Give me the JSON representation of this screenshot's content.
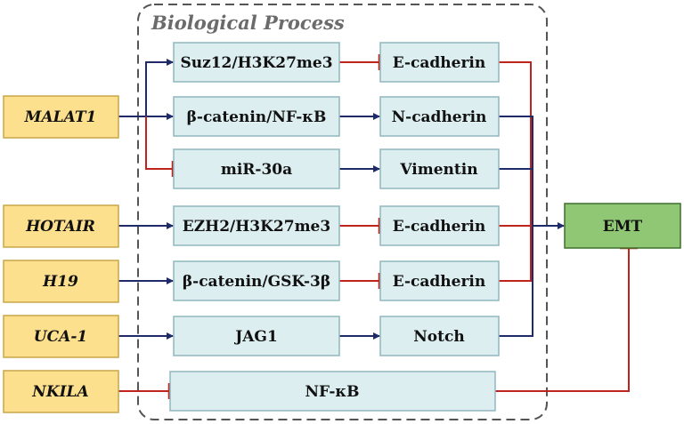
{
  "process_title": "Biological Process",
  "lncrnas": [
    "MALAT1",
    "HOTAIR",
    "H19",
    "UCA-1",
    "NKILA"
  ],
  "mediators": [
    "Suz12/H3K27me3",
    "β-catenin/NF-κB",
    "miR-30a",
    "EZH2/H3K27me3",
    "β-catenin/GSK-3β",
    "JAG1",
    "NF-κB"
  ],
  "targets": [
    "E-cadherin",
    "N-cadherin",
    "Vimentin",
    "E-cadherin",
    "E-cadherin",
    "Notch"
  ],
  "outcome": "EMT",
  "colors": {
    "lncrna_fill": "#fde08d",
    "lncrna_stroke": "#c9a649",
    "process_fill": "#dceef0",
    "process_stroke": "#8fb7bd",
    "outcome_fill": "#8fc774",
    "outcome_stroke": "#3f6f2d",
    "activation": "#1f2a6b",
    "inhibition": "#c0221c",
    "frame": "#555555"
  }
}
